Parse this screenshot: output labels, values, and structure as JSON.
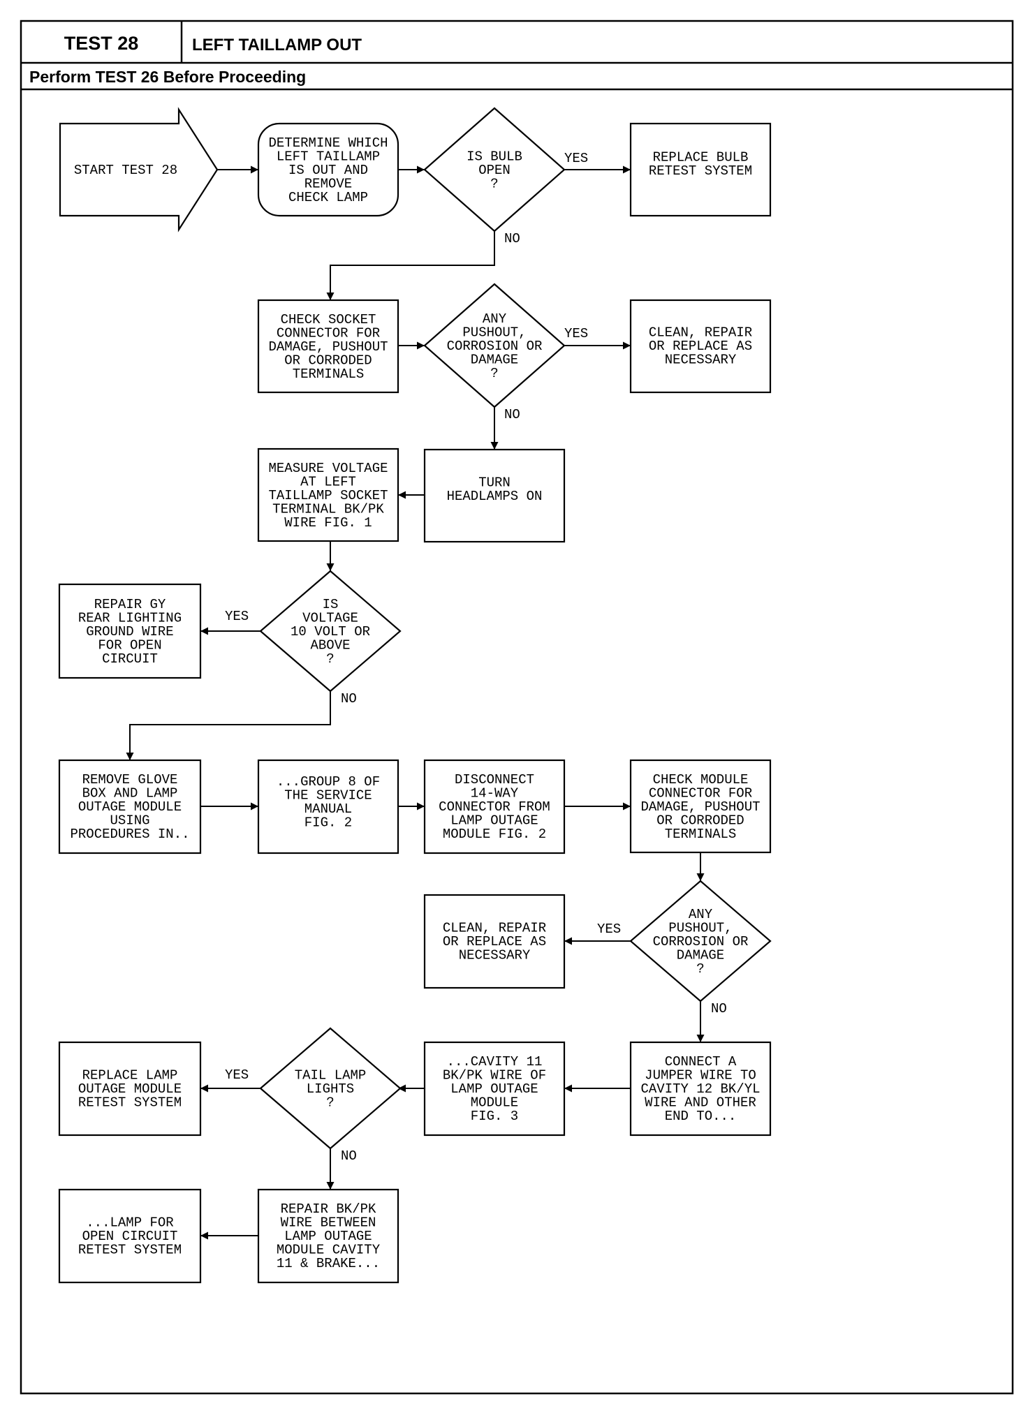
{
  "header": {
    "test_number": "TEST 28",
    "test_title": "LEFT TAILLAMP OUT",
    "prerequisite": "Perform TEST 26 Before Proceeding"
  },
  "nodes": {
    "start": [
      "START TEST 28"
    ],
    "determine": [
      "DETERMINE WHICH",
      "LEFT TAILLAMP",
      "IS OUT AND",
      "REMOVE",
      "CHECK LAMP"
    ],
    "bulb_open": [
      "IS BULB",
      "OPEN",
      "?"
    ],
    "replace_bulb": [
      "REPLACE BULB",
      "RETEST SYSTEM"
    ],
    "check_socket": [
      "CHECK SOCKET",
      "CONNECTOR FOR",
      "DAMAGE, PUSHOUT",
      "OR CORRODED",
      "TERMINALS"
    ],
    "pushout_1": [
      "ANY",
      "PUSHOUT,",
      "CORROSION OR",
      "DAMAGE",
      "?"
    ],
    "clean_1": [
      "CLEAN, REPAIR",
      "OR REPLACE AS",
      "NECESSARY"
    ],
    "turn_headlamps": [
      "TURN",
      "HEADLAMPS ON"
    ],
    "measure_voltage": [
      "MEASURE VOLTAGE",
      "AT LEFT",
      "TAILLAMP SOCKET",
      "TERMINAL BK/PK",
      "WIRE FIG. 1"
    ],
    "voltage_check": [
      "IS",
      "VOLTAGE",
      "10 VOLT OR",
      "ABOVE",
      "?"
    ],
    "repair_gy": [
      "REPAIR GY",
      "REAR LIGHTING",
      "GROUND WIRE",
      "FOR OPEN",
      "CIRCUIT"
    ],
    "remove_glove": [
      "REMOVE GLOVE",
      "BOX AND LAMP",
      "OUTAGE MODULE",
      "USING",
      "PROCEDURES IN.."
    ],
    "group8": [
      "...GROUP 8 OF",
      "THE SERVICE",
      "MANUAL",
      "FIG. 2"
    ],
    "disconnect": [
      "DISCONNECT",
      "14-WAY",
      "CONNECTOR FROM",
      "LAMP OUTAGE",
      "MODULE FIG. 2"
    ],
    "check_module": [
      "CHECK MODULE",
      "CONNECTOR FOR",
      "DAMAGE, PUSHOUT",
      "OR CORRODED",
      "TERMINALS"
    ],
    "pushout_2": [
      "ANY",
      "PUSHOUT,",
      "CORROSION OR",
      "DAMAGE",
      "?"
    ],
    "clean_2": [
      "CLEAN, REPAIR",
      "OR REPLACE AS",
      "NECESSARY"
    ],
    "connect_jumper": [
      "CONNECT A",
      "JUMPER WIRE TO",
      "CAVITY 12 BK/YL",
      "WIRE AND OTHER",
      "END TO..."
    ],
    "cavity11": [
      "...CAVITY 11",
      "BK/PK WIRE OF",
      "LAMP OUTAGE",
      "MODULE",
      "FIG. 3"
    ],
    "tail_lamp": [
      "TAIL LAMP",
      "LIGHTS",
      "?"
    ],
    "replace_module": [
      "REPLACE LAMP",
      "OUTAGE MODULE",
      "RETEST SYSTEM"
    ],
    "repair_bkpk": [
      "REPAIR BK/PK",
      "WIRE BETWEEN",
      "LAMP OUTAGE",
      "MODULE CAVITY",
      "11 & BRAKE..."
    ],
    "lamp_open": [
      "...LAMP FOR",
      "OPEN CIRCUIT",
      "RETEST SYSTEM"
    ]
  },
  "edge_labels": {
    "bulb_yes": "YES",
    "bulb_no": "NO",
    "pushout1_yes": "YES",
    "pushout1_no": "NO",
    "voltage_yes": "YES",
    "voltage_no": "NO",
    "pushout2_yes": "YES",
    "pushout2_no": "NO",
    "tail_yes": "YES",
    "tail_no": "NO"
  }
}
